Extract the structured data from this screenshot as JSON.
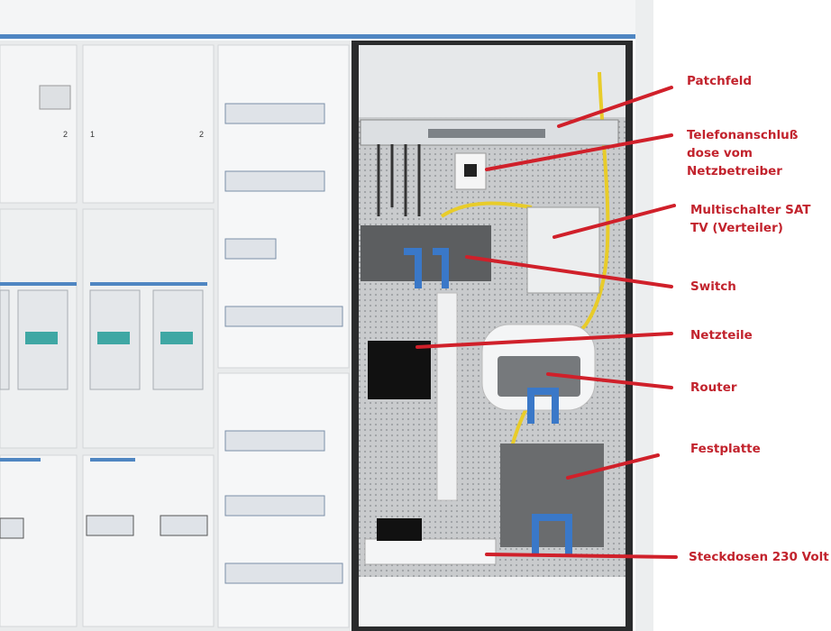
{
  "labels": {
    "patchfeld": "Patchfeld",
    "telefon": "Telefonanschluß\ndose vom\nNetzbetreiber",
    "multischalter": "Multischalter SAT\nTV (Verteiler)",
    "switch": "Switch",
    "netzteile": "Netzteile",
    "router": "Router",
    "festplatte": "Festplatte",
    "steckdosen": "Steckdosen 230 Volt"
  },
  "meter_panel_numbers": {
    "left_2": "2",
    "mid_1": "1",
    "mid_2": "2"
  },
  "colors": {
    "annotation": "#d0202a",
    "cabinet_white": "#f2f3f4",
    "plate_grey": "#c9cbcd",
    "device_dark": "#5c5e60",
    "bracket_blue": "#3a78c8",
    "cable_yellow": "#e8cc2a"
  }
}
